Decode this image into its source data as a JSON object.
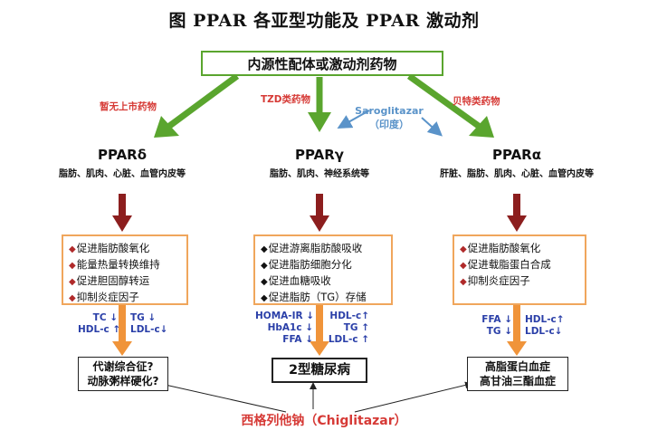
{
  "title": "图  PPAR 各亚型功能及 PPAR 激动剂",
  "top_box": "内源性配体或激动剂药物",
  "drug_labels": {
    "delta": "暂无上市药物",
    "gamma": "TZD类药物",
    "saroglitazar_name": "Saroglitazar",
    "saroglitazar_origin": "（印度）",
    "alpha": "贝特类药物"
  },
  "subtypes": [
    {
      "name": "PPARδ",
      "tissues": "脂肪、肌肉、心脏、血管内皮等",
      "effects": [
        "促进脂肪酸氧化",
        "能量热量转换维持",
        "促进胆固醇转运",
        "抑制炎症因子"
      ],
      "markers_left": [
        "TC ↓",
        "HDL-c ↑"
      ],
      "markers_right": [
        "TG ↓",
        "LDL-c↓"
      ],
      "diseases": [
        "代谢综合征?",
        "动脉粥样硬化?"
      ]
    },
    {
      "name": "PPARγ",
      "tissues": "脂肪、肌肉、神经系统等",
      "effects": [
        "促进游离脂肪酸吸收",
        "促进脂肪细胞分化",
        "促进血糖吸收",
        "促进脂肪（TG）存储"
      ],
      "markers_left": [
        "HOMA-IR ↓",
        "HbA1c ↓",
        "FFA ↓"
      ],
      "markers_right": [
        "HDL-c↑",
        "TG ↑",
        "LDL-c ↑"
      ],
      "diseases": [
        "2型糖尿病"
      ]
    },
    {
      "name": "PPARα",
      "tissues": "肝脏、脂肪、肌肉、心脏、血管内皮等",
      "effects": [
        "促进脂肪酸氧化",
        "促进载脂蛋白合成",
        "抑制炎症因子"
      ],
      "markers_left": [
        "FFA ↓",
        "TG ↓"
      ],
      "markers_right": [
        "HDL-c↑",
        "LDL-c↓"
      ],
      "diseases": [
        "高脂蛋白血症",
        "高甘油三酯血症"
      ]
    }
  ],
  "bottom_drug": "西格列他钠（Chiglitazar）",
  "colors": {
    "green": "#5aa52e",
    "dark_red": "#8c1e1e",
    "orange": "#f0943a",
    "red_text": "#d63a36",
    "blue_text": "#5a93c9",
    "marker_blue": "#2a3fa8"
  },
  "icons": [
    "diamond-bullet-icon",
    "down-arrow-icon",
    "up-arrow-icon"
  ]
}
